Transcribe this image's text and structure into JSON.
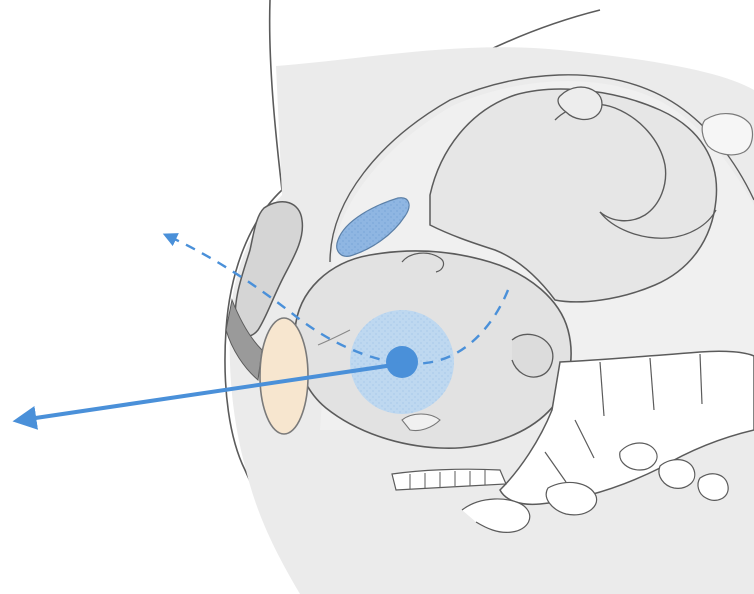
{
  "figure": {
    "caption": ""
  },
  "colors": {
    "background": "#ffffff",
    "body_fill": "#ebebeb",
    "body_fill_light": "#f3f3f3",
    "outline": "#5b5b5b",
    "pelvic_bone": "#d5d5d5",
    "sacrum_fill": "#ffffff",
    "placenta": "#8fb6e2",
    "cup_pad": "#f7e6cf",
    "accent_blue": "#4a90d9",
    "accent_light": "#b7d6f2"
  },
  "icons": {
    "traction_arrow": "arrow-solid",
    "pelvic_curve_arrow": "arrow-dashed",
    "suction_cup": "circle-ring"
  }
}
